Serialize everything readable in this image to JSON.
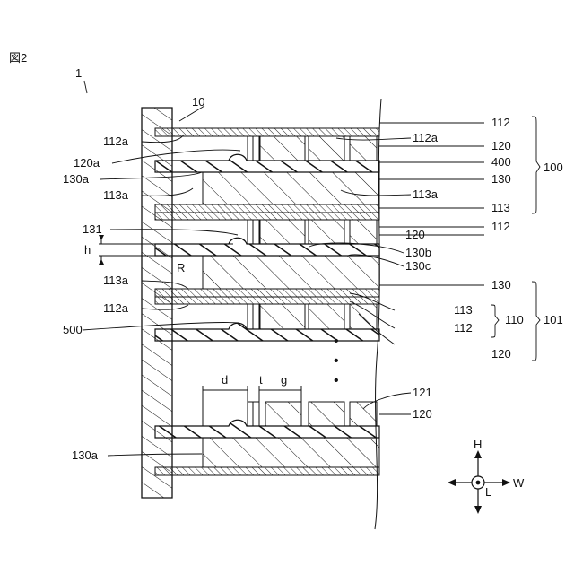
{
  "figure_label": "図2",
  "labels": {
    "ref_1": "1",
    "ref_10": "10",
    "ref_112a_top": "112a",
    "ref_112a_right": "112a",
    "ref_112": "112",
    "ref_120": "120",
    "ref_120a": "120a",
    "ref_400": "400",
    "ref_100": "100",
    "ref_130a": "130a",
    "ref_130": "130",
    "ref_113a_left": "113a",
    "ref_113a_right": "113a",
    "ref_113": "113",
    "ref_112_b": "112",
    "ref_131": "131",
    "ref_120_b": "120",
    "ref_h": "h",
    "ref_130b": "130b",
    "ref_130c": "130c",
    "ref_R": "R",
    "ref_113a_mid": "113a",
    "ref_130_b": "130",
    "ref_113_b": "113",
    "ref_112a_mid": "112a",
    "ref_110": "110",
    "ref_101": "101",
    "ref_500": "500",
    "ref_112_c": "112",
    "ref_120_c": "120",
    "ref_d": "d",
    "ref_t": "t",
    "ref_g": "g",
    "ref_121": "121",
    "ref_120_d": "120",
    "ref_130a_bottom": "130a",
    "axis_H": "H",
    "axis_W": "W",
    "axis_L": "L",
    "dots": "⋮"
  }
}
